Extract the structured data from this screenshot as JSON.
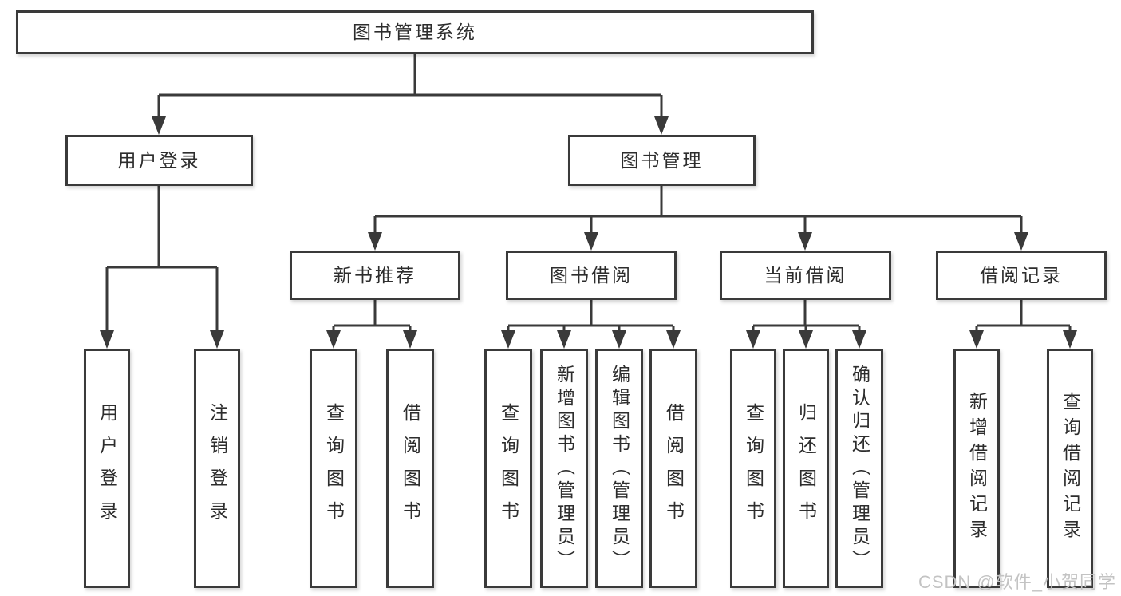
{
  "colors": {
    "line": "#3a3a3a",
    "border": "#3a3a3a",
    "boxfill": "#ffffff",
    "text": "#2d2d2d",
    "watermark": "#c3c3c3"
  },
  "tree": {
    "root": "图书管理系统",
    "login": {
      "label": "用户登录",
      "children": [
        "用户登录",
        "注销登录"
      ]
    },
    "mgmt": {
      "label": "图书管理",
      "sections": [
        {
          "label": "新书推荐",
          "children": [
            "查询图书",
            "借阅图书"
          ]
        },
        {
          "label": "图书借阅",
          "children": [
            "查询图书",
            "新增图书（管理员）",
            "编辑图书（管理员）",
            "借阅图书"
          ]
        },
        {
          "label": "当前借阅",
          "children": [
            "查询图书",
            "归还图书",
            "确认归还（管理员）"
          ]
        },
        {
          "label": "借阅记录",
          "children": [
            "新增借阅记录",
            "查询借阅记录"
          ]
        }
      ]
    }
  },
  "watermark": "CSDN @软件_小贺同学"
}
